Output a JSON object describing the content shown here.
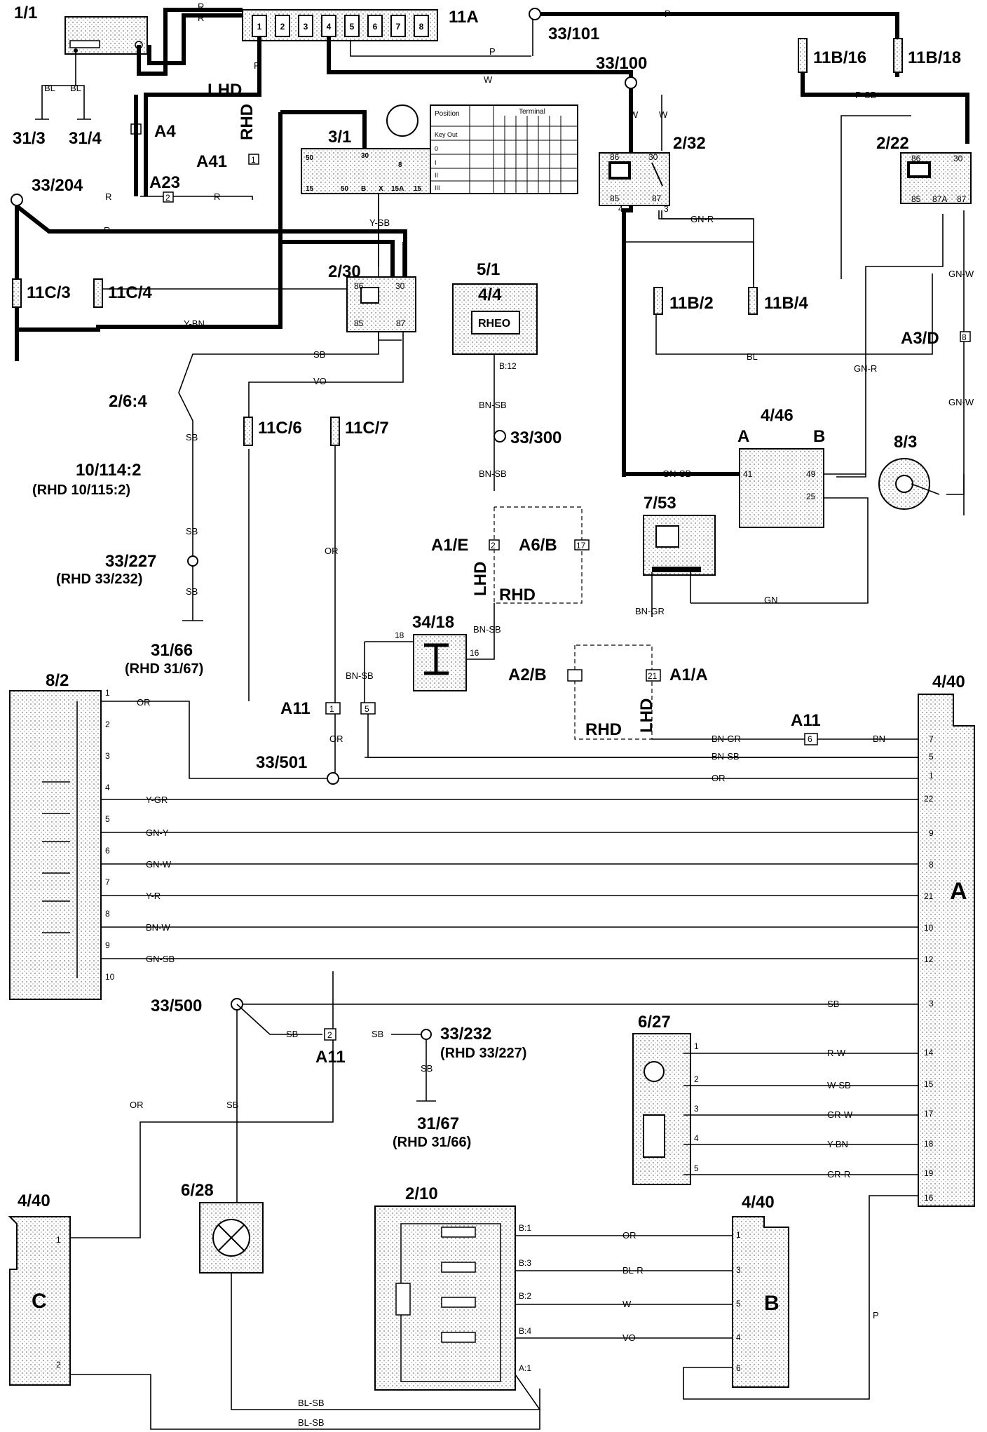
{
  "components": {
    "c1_1": "1/1",
    "c11a": "11A",
    "c33_101": "33/101",
    "c33_100": "33/100",
    "c11b16": "11B/16",
    "c11b18": "11B/18",
    "c31_3": "31/3",
    "c31_4": "31/4",
    "ca4": "A4",
    "clhd1": "LHD",
    "crhd1": "RHD",
    "ca41": "A41",
    "c3_1": "3/1",
    "c2_32": "2/32",
    "c2_22": "2/22",
    "c33_204": "33/204",
    "ca23": "A23",
    "c2_30": "2/30",
    "c5_1": "5/1",
    "c4_4": "4/4",
    "crheo": "RHEO",
    "c11c3": "11C/3",
    "c11c4": "11C/4",
    "c11b2": "11B/2",
    "c11b4": "11B/4",
    "ca3d": "A3/D",
    "c2_6_4": "2/6:4",
    "c11c6": "11C/6",
    "c11c7": "11C/7",
    "c33_300": "33/300",
    "c4_46": "4/46",
    "c4_46a": "A",
    "c4_46b": "B",
    "c8_3": "8/3",
    "c10_114": "10/114:2",
    "c10_115": "(RHD 10/115:2)",
    "c7_53": "7/53",
    "c33_227": "33/227",
    "c33_232r": "(RHD 33/232)",
    "ca1e": "A1/E",
    "ca6b": "A6/B",
    "clhd2": "LHD",
    "crhd2": "RHD",
    "c31_66": "31/66",
    "c31_67r": "(RHD 31/67)",
    "c34_18": "34/18",
    "ca2b": "A2/B",
    "ca1a": "A1/A",
    "clhd3": "LHD",
    "crhd3": "RHD",
    "c8_2": "8/2",
    "c4_40a": "4/40",
    "c4_40a_letter": "A",
    "ca11a": "A11",
    "ca11b": "A11",
    "ca11c": "A11",
    "c33_501": "33/501",
    "c33_500": "33/500",
    "c33_232": "33/232",
    "c33_227r": "(RHD 33/227)",
    "c6_27": "6/27",
    "c31_67": "31/67",
    "c31_66r": "(RHD 31/66)",
    "c4_40c": "4/40",
    "c4_40c_letter": "C",
    "c6_28": "6/28",
    "c2_10": "2/10",
    "c4_40b": "4/40",
    "c4_40b_letter": "B"
  },
  "wires": {
    "r1": "R",
    "r2": "R",
    "p1": "P",
    "p2": "P",
    "w1": "W",
    "bl1": "BL",
    "bl2": "BL",
    "r3": "R",
    "r4": "R",
    "r5": "R",
    "r6": "R",
    "wa": "W",
    "wb": "W",
    "psb": "P-SB",
    "ysb": "Y-SB",
    "ybn": "Y-BN",
    "gnr1": "GN-R",
    "bl3": "BL",
    "gnw1": "GN-W",
    "gnw2": "GN-W",
    "gnr2": "GN-R",
    "sb1": "SB",
    "vo1": "VO",
    "sb2": "SB",
    "sb3": "SB",
    "sb4": "SB",
    "bnsb1": "BN-SB",
    "bnsb2": "BN-SB",
    "bnsb3": "BN-SB",
    "bnsb4": "BN-SB",
    "gnsb1": "GN-SB",
    "or1": "OR",
    "gn1": "GN",
    "bngr1": "BN-GR",
    "or2": "OR",
    "or3": "OR",
    "bngr2": "BN-GR",
    "bn1": "BN",
    "bnsb5": "BN-SB",
    "or4": "OR",
    "ygr": "Y-GR",
    "gny": "GN-Y",
    "gnw3": "GN-W",
    "yr": "Y-R",
    "bnw": "BN-W",
    "gnsb2": "GN-SB",
    "sb5": "SB",
    "sb6": "SB",
    "sb7": "SB",
    "sb8": "SB",
    "sb9": "SB",
    "rw": "R-W",
    "wsb": "W-SB",
    "grw": "GR-W",
    "ybn2": "Y-BN",
    "grr": "GR-R",
    "or5": "OR",
    "bll": "BL-R",
    "w2": "W",
    "vo2": "VO",
    "p3": "P",
    "blsb1": "BL-SB",
    "blsb2": "BL-SB"
  },
  "pins": {
    "rel_86": "86",
    "rel_30": "30",
    "rel_85": "85",
    "rel_87": "87",
    "rel_87a": "87A",
    "p1": "1",
    "p2": "2",
    "p3": "3",
    "p4": "4",
    "p5": "5",
    "p6": "6",
    "p7": "7",
    "p8": "8",
    "p9": "9",
    "p10": "10",
    "p12": "12",
    "p14": "14",
    "p15": "15",
    "p16": "16",
    "p17": "17",
    "p18": "18",
    "p19": "19",
    "p21": "21",
    "p22": "22",
    "p25": "25",
    "p41": "41",
    "p49": "49",
    "b12": "B:12",
    "b1": "B:1",
    "b2": "B:2",
    "b3": "B:3",
    "b4": "B:4",
    "a1": "A:1",
    "ign_50": "50",
    "ign_5": "50",
    "ign_15": "15",
    "ign_x": "X",
    "ign_15a": "15A",
    "ign_30": "30",
    "ign_b": "B",
    "ign_30b": "30",
    "ign_15b": "15",
    "ign_15c": "15",
    "ign_50b": "50",
    "ign_30c": "30",
    "ign_15i": "15"
  },
  "ignition_table": {
    "position": "Position",
    "terminal": "Terminal",
    "key_out": "Key Out",
    "row0": "0",
    "row1": "I",
    "row2": "II",
    "row3": "III"
  }
}
